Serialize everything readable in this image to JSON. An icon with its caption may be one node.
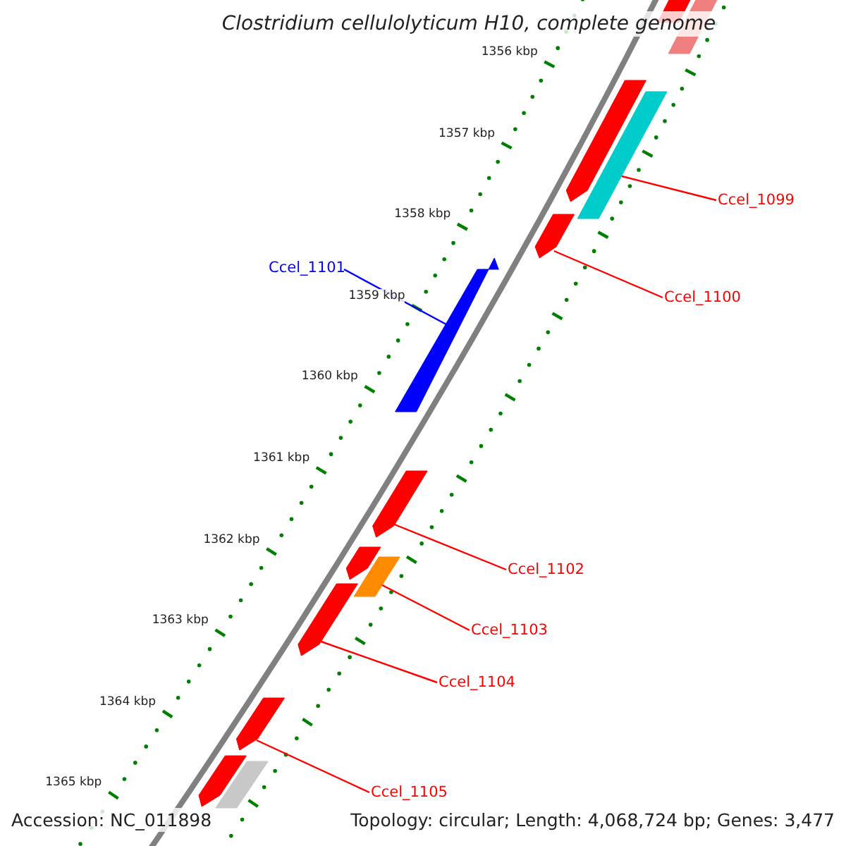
{
  "diagram": {
    "title": "Clostridium cellulolyticum H10, complete genome",
    "nodes": [
      {
        "text": [],
        "shape": "bar"
      },
      {
        "text": [],
        "shape": "bar"
      },
      {
        "text": [],
        "shape": "arrow"
      },
      {
        "text": [],
        "shape": "bar"
      },
      {
        "text": [],
        "shape": "arrow"
      },
      {
        "text": [],
        "shape": "arrow"
      },
      {
        "text": [],
        "shape": "arrow"
      },
      {
        "text": [],
        "shape": "arrow"
      },
      {
        "text": [],
        "shape": "bar"
      },
      {
        "text": [],
        "shape": "arrow"
      },
      {
        "text": [],
        "shape": "arrow"
      },
      {
        "text": [],
        "shape": "arrow"
      },
      {
        "text": [],
        "shape": "bar"
      },
      {
        "text": [
          "Ccel_1099"
        ]
      },
      {
        "text": [
          "Ccel_1100"
        ]
      },
      {
        "text": [
          "Ccel_1101"
        ]
      },
      {
        "text": [
          "Ccel_1102"
        ]
      },
      {
        "text": [
          "Ccel_1103"
        ]
      },
      {
        "text": [
          "Ccel_1104"
        ]
      },
      {
        "text": [
          "Ccel_1105"
        ]
      }
    ],
    "edges": [
      {
        "from": 13,
        "to": 3,
        "arrow": "none"
      },
      {
        "from": 14,
        "to": 4,
        "arrow": "none"
      },
      {
        "from": 15,
        "to": 5,
        "arrow": "none",
        "color": "#0000ff"
      },
      {
        "from": 16,
        "to": 6,
        "arrow": "none"
      },
      {
        "from": 17,
        "to": 8,
        "arrow": "none"
      },
      {
        "from": 18,
        "to": 9,
        "arrow": "none"
      },
      {
        "from": 19,
        "to": 10,
        "arrow": "none"
      }
    ],
    "labels": [
      "1356 kbp",
      "1357 kbp",
      "1358 kbp",
      "1359 kbp",
      "1360 kbp",
      "1361 kbp",
      "1362 kbp",
      "1363 kbp",
      "1364 kbp",
      "1365 kbp",
      "Accession: NC_011898",
      "Topology: circular; Length: 4,068,724 bp; Genes: 3,477"
    ]
  }
}
